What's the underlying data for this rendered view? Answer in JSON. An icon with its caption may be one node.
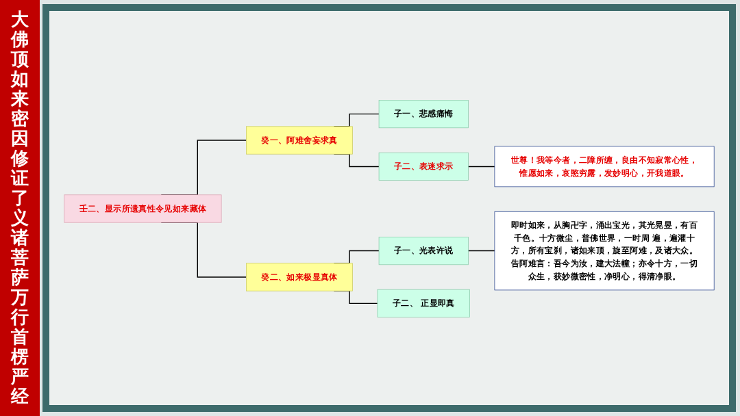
{
  "diagram": {
    "title": "大佛顶如来密因修证了义诸菩萨万行首楞严经",
    "nodes": [
      {
        "text": [
          "壬二、显示所遗真性令见如来藏体"
        ]
      },
      {
        "text": [
          "癸一、阿难舍妄求真"
        ]
      },
      {
        "text": [
          "子一、悲感痛悔"
        ]
      },
      {
        "text": [
          "子二、表迷求示"
        ]
      },
      {
        "text": [
          "世尊！我等今者，二障所缠，良由不知寂常心性，惟愿如来，哀愍穷露，发妙明心，开我道眼。"
        ]
      },
      {
        "text": [
          "癸二、如来极显真体"
        ]
      },
      {
        "text": [
          "子一、光表许说"
        ]
      },
      {
        "text": [
          "即时如来，从胸卍字，涌出宝光，其光晃昱，有百千色。十方微尘，普佛世界，一时周 遍，遍灌十方，所有宝刹，诸如来顶，旋至阿难，及诸大众。",
          "告阿难言：吾今为汝，建大法幢；亦令十方，一切众生，获妙微密性，净明心，得清净眼。"
        ]
      },
      {
        "text": [
          "子二、 正显即真"
        ]
      }
    ],
    "edges": [
      {
        "from": 0,
        "to": 1,
        "arrow": "none"
      },
      {
        "from": 0,
        "to": 5,
        "arrow": "none"
      },
      {
        "from": 1,
        "to": 2,
        "arrow": "none"
      },
      {
        "from": 1,
        "to": 3,
        "arrow": "none"
      },
      {
        "from": 3,
        "to": 4,
        "arrow": "none"
      },
      {
        "from": 5,
        "to": 6,
        "arrow": "none"
      },
      {
        "from": 5,
        "to": 8,
        "arrow": "none"
      },
      {
        "from": 6,
        "to": 7,
        "arrow": "none"
      }
    ]
  }
}
